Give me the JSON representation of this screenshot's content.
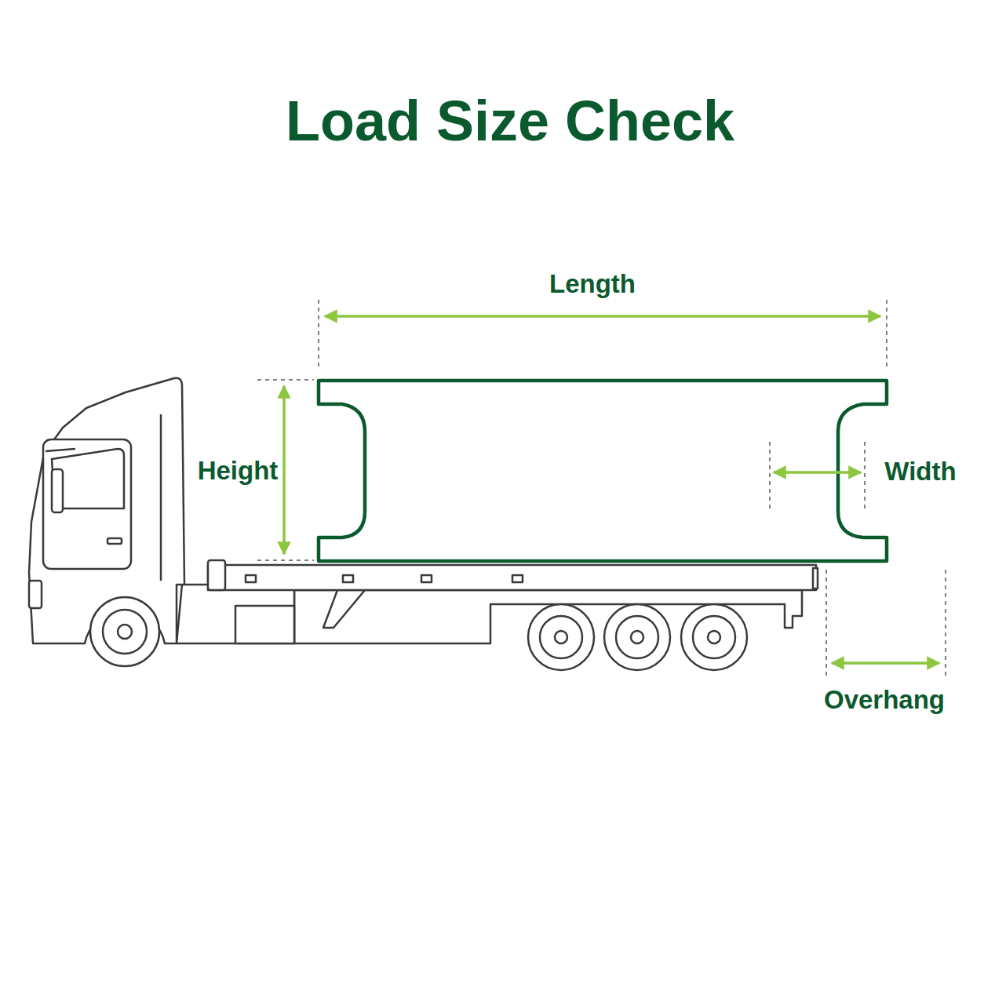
{
  "diagram": {
    "title": "Load Size Check",
    "labels": [
      "Length",
      "Height",
      "Width",
      "Overhang"
    ]
  }
}
